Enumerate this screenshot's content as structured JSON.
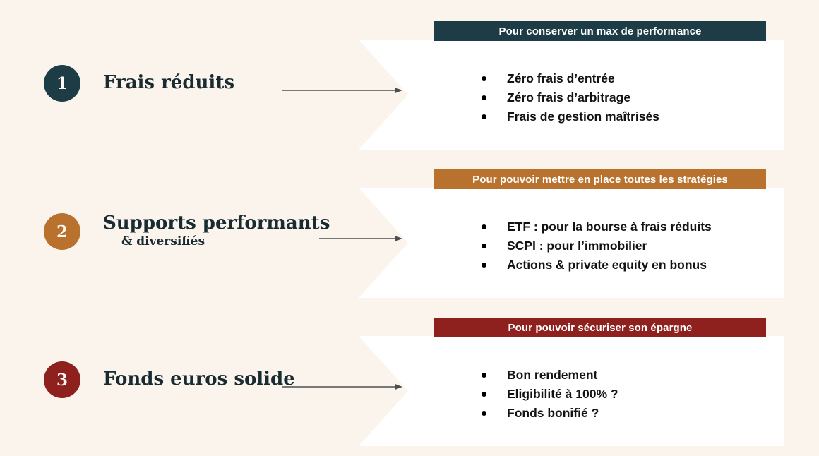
{
  "background": "#fbf4ec",
  "text_color": "#131313",
  "title_color": "#182b31",
  "arrow_color": "#4e4e4e",
  "sections": [
    {
      "number": "1",
      "title": "Frais réduits",
      "accent": "#1d3c46",
      "header": "Pour conserver un max de performance",
      "bullets": [
        "Zéro frais d’entrée",
        "Zéro frais d’arbitrage",
        "Frais de gestion maîtrisés"
      ]
    },
    {
      "number": "2",
      "title": "Supports performants",
      "subtitle": "& diversifiés",
      "accent": "#b9712e",
      "header": "Pour pouvoir mettre en place toutes les stratégies",
      "bullets": [
        "ETF : pour la bourse à frais réduits",
        "SCPI : pour l’immobilier",
        "Actions & private equity en bonus"
      ]
    },
    {
      "number": "3",
      "title": "Fonds euros solide",
      "accent": "#8e201d",
      "header": "Pour pouvoir sécuriser son épargne",
      "bullets": [
        "Bon rendement",
        "Eligibilité à 100% ?",
        "Fonds bonifié ?"
      ]
    }
  ]
}
